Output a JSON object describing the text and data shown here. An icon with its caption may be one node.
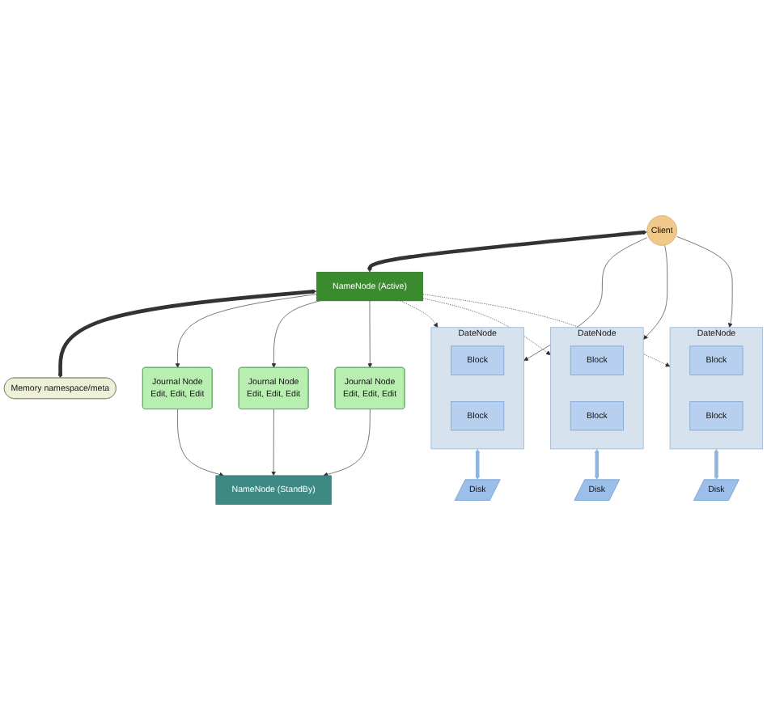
{
  "diagram": {
    "nodes": [
      {
        "text": [
          "Memory namespace/meta"
        ]
      },
      {
        "text": [
          "Client"
        ]
      },
      {
        "text": [
          "NameNode (Active)"
        ]
      },
      {
        "text": [
          "Journal Node",
          "Edit, Edit, Edit"
        ]
      },
      {
        "text": [
          "Journal Node",
          "Edit, Edit, Edit"
        ]
      },
      {
        "text": [
          "Journal Node",
          "Edit, Edit, Edit"
        ]
      },
      {
        "text": [
          "NameNode (StandBy)"
        ]
      },
      {
        "text": [
          "DateNode"
        ]
      },
      {
        "text": [
          "Block"
        ],
        "in": 7
      },
      {
        "text": [
          "Block"
        ],
        "in": 7
      },
      {
        "text": [
          "DateNode"
        ]
      },
      {
        "text": [
          "Block"
        ],
        "in": 10
      },
      {
        "text": [
          "Block"
        ],
        "in": 10
      },
      {
        "text": [
          "DateNode"
        ]
      },
      {
        "text": [
          "Block"
        ],
        "in": 13
      },
      {
        "text": [
          "Block"
        ],
        "in": 13
      },
      {
        "text": [
          "Disk"
        ]
      },
      {
        "text": [
          "Disk"
        ]
      },
      {
        "text": [
          "Disk"
        ]
      }
    ],
    "edges": [
      {
        "from": 2,
        "to": 0,
        "arrow": "both",
        "style": "thick"
      },
      {
        "from": 1,
        "to": 2,
        "arrow": "both",
        "style": "thick"
      },
      {
        "from": 2,
        "to": 3,
        "arrow": "to"
      },
      {
        "from": 2,
        "to": 4,
        "arrow": "to"
      },
      {
        "from": 2,
        "to": 5,
        "arrow": "to"
      },
      {
        "from": 3,
        "to": 6,
        "arrow": "to"
      },
      {
        "from": 4,
        "to": 6,
        "arrow": "to"
      },
      {
        "from": 5,
        "to": 6,
        "arrow": "to"
      },
      {
        "from": 1,
        "to": 7,
        "arrow": "to"
      },
      {
        "from": 1,
        "to": 10,
        "arrow": "to"
      },
      {
        "from": 1,
        "to": 13,
        "arrow": "to"
      },
      {
        "from": 2,
        "to": 7,
        "arrow": "to",
        "style": "dashed"
      },
      {
        "from": 2,
        "to": 10,
        "arrow": "to",
        "style": "dashed"
      },
      {
        "from": 2,
        "to": 13,
        "arrow": "to",
        "style": "dashed"
      },
      {
        "from": 7,
        "to": 16,
        "arrow": "both",
        "style": "thick",
        "color": "#8fb4e0"
      },
      {
        "from": 10,
        "to": 17,
        "arrow": "both",
        "style": "thick",
        "color": "#8fb4e0"
      },
      {
        "from": 13,
        "to": 18,
        "arrow": "both",
        "style": "thick",
        "color": "#8fb4e0"
      }
    ]
  }
}
